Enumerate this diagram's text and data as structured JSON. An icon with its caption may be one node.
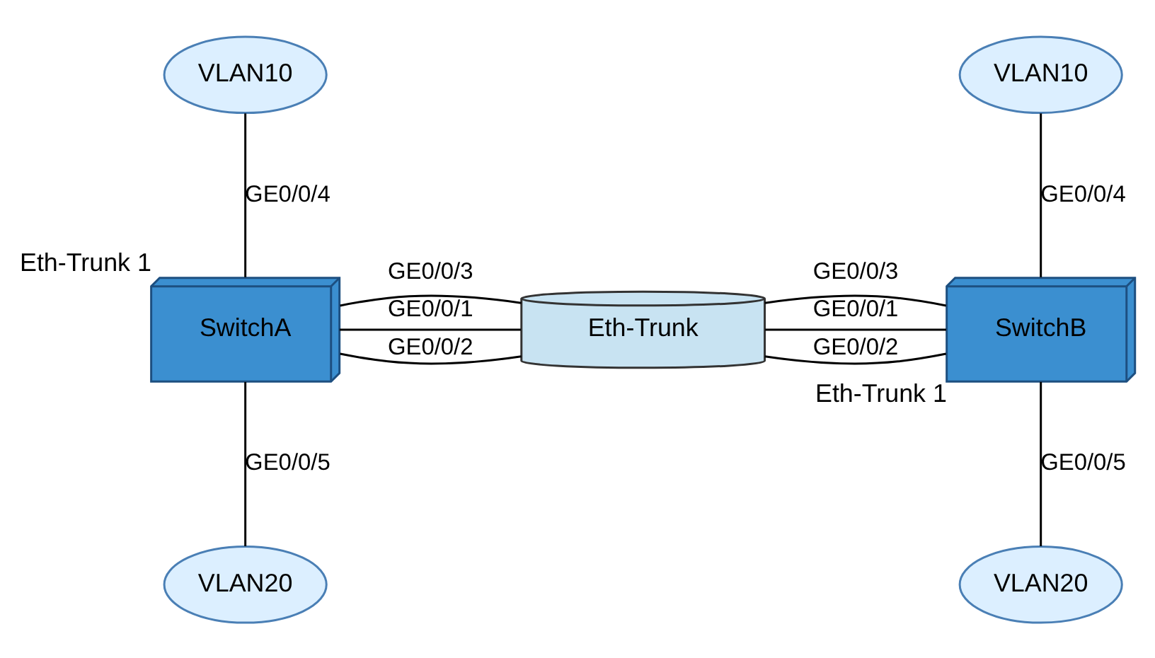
{
  "diagram": {
    "nodes": [
      {
        "text": [
          "VLAN10"
        ]
      },
      {
        "text": [
          "SwitchA"
        ],
        "beside": [
          "Eth-Trunk 1"
        ]
      },
      {
        "text": [
          "VLAN20"
        ]
      },
      {
        "text": [
          "Eth-Trunk"
        ]
      },
      {
        "text": [
          "VLAN10"
        ]
      },
      {
        "text": [
          "SwitchB"
        ],
        "beside": [
          "Eth-Trunk 1"
        ]
      },
      {
        "text": [
          "VLAN20"
        ]
      }
    ],
    "edges": [
      {
        "from": 0,
        "to": 1,
        "arrow": "none",
        "label": "GE0/0/4"
      },
      {
        "from": 1,
        "to": 2,
        "arrow": "none",
        "label": "GE0/0/5"
      },
      {
        "from": 1,
        "to": 3,
        "arrow": "none",
        "label": "GE0/0/1"
      },
      {
        "from": 1,
        "to": 3,
        "arrow": "none",
        "label": "GE0/0/2"
      },
      {
        "from": 1,
        "to": 3,
        "arrow": "none",
        "label": "GE0/0/3"
      },
      {
        "from": 3,
        "to": 5,
        "arrow": "none",
        "label": "GE0/0/1"
      },
      {
        "from": 3,
        "to": 5,
        "arrow": "none",
        "label": "GE0/0/2"
      },
      {
        "from": 3,
        "to": 5,
        "arrow": "none",
        "label": "GE0/0/3"
      },
      {
        "from": 4,
        "to": 5,
        "arrow": "none",
        "label": "GE0/0/4"
      },
      {
        "from": 5,
        "to": 6,
        "arrow": "none",
        "label": "GE0/0/5"
      }
    ]
  }
}
